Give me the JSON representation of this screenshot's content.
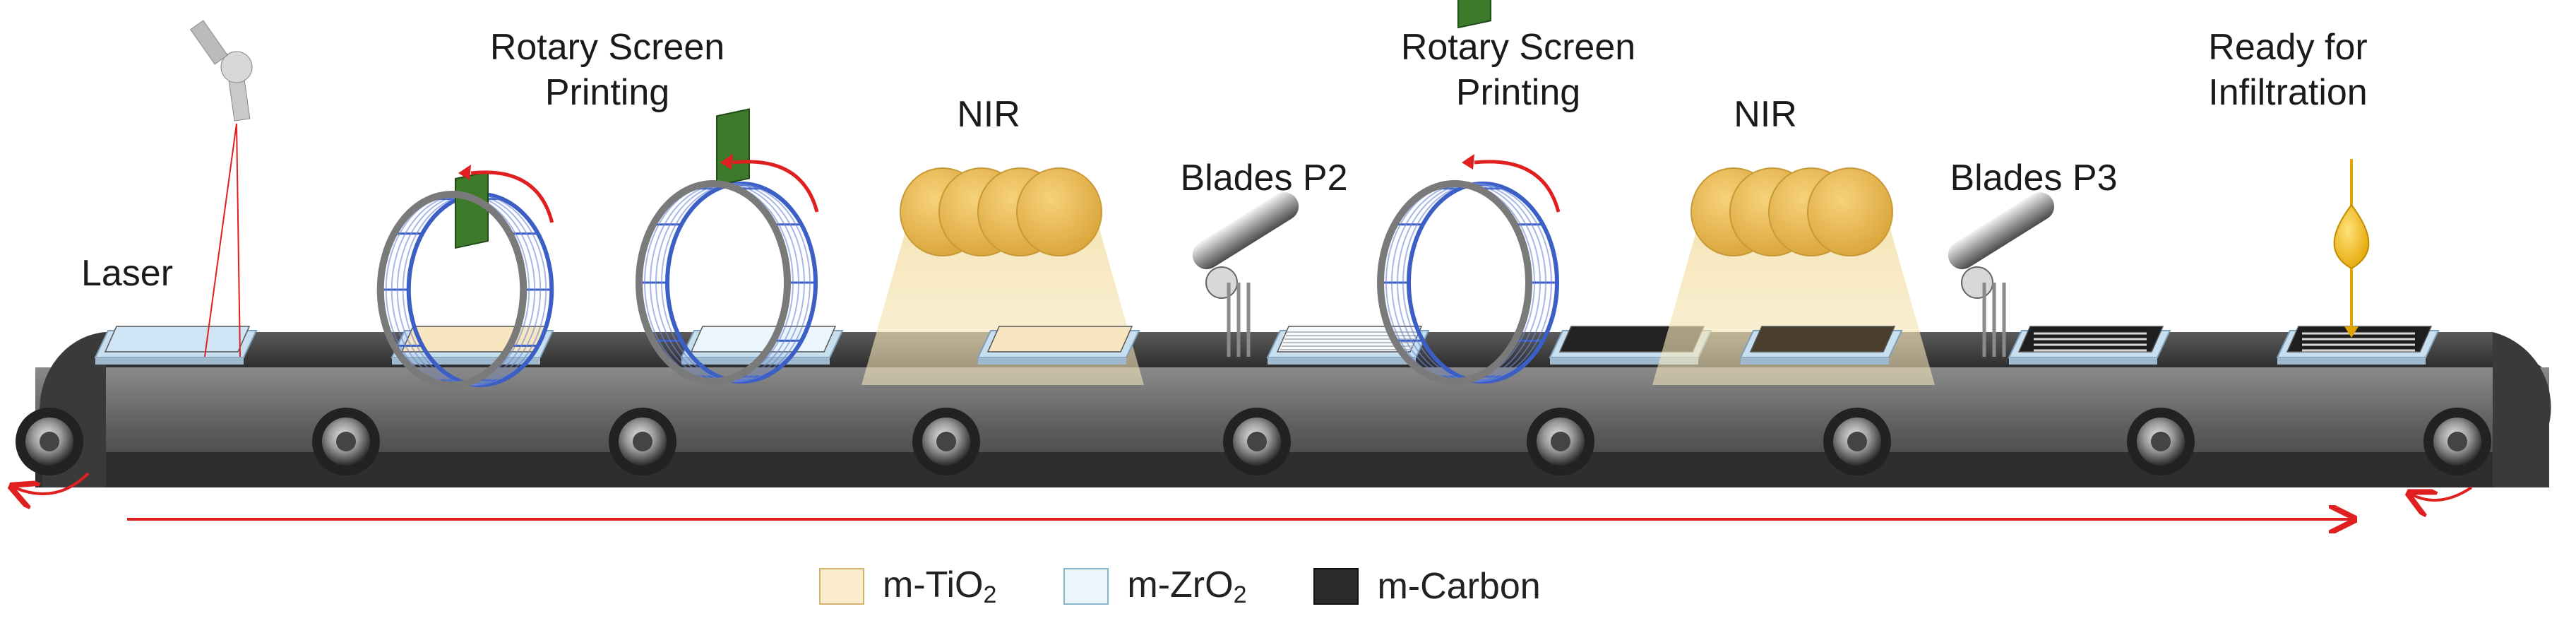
{
  "stations": [
    {
      "name": "Laser",
      "icon": "laser-icon"
    },
    {
      "name": "Rotary Screen Printing",
      "icon": "rotary-screen-icon"
    },
    {
      "name": "NIR",
      "icon": "nir-lamp-icon"
    },
    {
      "name": "Blades P2",
      "icon": "blade-icon"
    },
    {
      "name": "Rotary Screen Printing",
      "icon": "rotary-screen-icon"
    },
    {
      "name": "NIR",
      "icon": "nir-lamp-icon"
    },
    {
      "name": "Blades P3",
      "icon": "blade-icon"
    },
    {
      "name": "Ready for Infiltration",
      "icon": "droplet-icon"
    }
  ],
  "labels": {
    "laser": "Laser",
    "rotary1_line1": "Rotary Screen",
    "rotary1_line2": "Printing",
    "nir1": "NIR",
    "blades_p2": "Blades P2",
    "rotary2_line1": "Rotary Screen",
    "rotary2_line2": "Printing",
    "nir2": "NIR",
    "blades_p3": "Blades P3",
    "ready_line1": "Ready for",
    "ready_line2": "Infiltration"
  },
  "legend": [
    {
      "prefix": "m-TiO",
      "sub": "2",
      "color": "#fbeccb"
    },
    {
      "prefix": "m-ZrO",
      "sub": "2",
      "color": "#eaf6fb"
    },
    {
      "prefix": "m-Carbon",
      "sub": "",
      "color": "#2b2b2b"
    }
  ],
  "colors": {
    "belt": "#3a3a3a",
    "belt_light": "#6b6b6b",
    "substrate": "#c8dff0",
    "screen_mesh": "#3b5fc4",
    "nir_lamp": "#e8b84e",
    "arrow": "#e02020"
  }
}
